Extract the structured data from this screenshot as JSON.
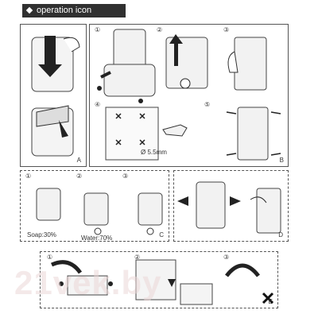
{
  "header": {
    "title": "operation icon"
  },
  "panels": {
    "A": {
      "letter": "A"
    },
    "B": {
      "letter": "B",
      "step1": "①",
      "step2": "②",
      "step3": "③",
      "step4": "④",
      "step5": "⑤",
      "drill_label": "Ø 5.5mm"
    },
    "C": {
      "letter": "C",
      "step1": "①",
      "step2": "②",
      "step3": "③",
      "soap_label": "Soap:30%",
      "water_label": "Water:70%"
    },
    "D": {
      "letter": "D"
    },
    "E": {
      "letter": "E",
      "step1": "①",
      "step2": "②",
      "step3": "③"
    }
  },
  "watermark": {
    "text": "21vek.by"
  },
  "icons": [
    "down-arrow-icon",
    "hand-icon",
    "screw-icon",
    "cross-mark-icon"
  ]
}
